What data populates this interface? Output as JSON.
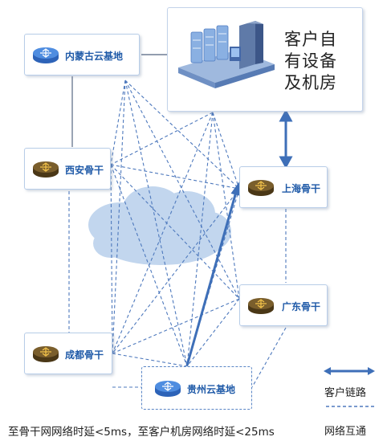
{
  "nodes": {
    "inner_mongolia": {
      "label": "内蒙古云基地"
    },
    "xian": {
      "label": "西安骨干"
    },
    "shanghai": {
      "label": "上海骨干"
    },
    "guangdong": {
      "label": "广东骨干"
    },
    "chengdu": {
      "label": "成都骨干"
    },
    "guizhou": {
      "label": "贵州云基地"
    },
    "customer": {
      "lines": [
        "客户自",
        "有设备",
        "及机房"
      ]
    }
  },
  "legend": {
    "customer_link": "客户链路",
    "network_interconnect": "网络互通"
  },
  "footnote": "至骨干网网络时延<5ms，至客户机房网络时延<25ms",
  "colors": {
    "node_border": "#b8cde8",
    "label": "#1f5aa8",
    "link": "#3e6fb8",
    "cloud": "#c2d6ee",
    "router_blue": "#3f7fd6",
    "router_gold": "#6b5326"
  },
  "icons": {
    "inner_mongolia": "router-blue-icon",
    "guizhou": "router-blue-icon",
    "backbone": "router-gold-icon",
    "customer": "server-icon"
  }
}
